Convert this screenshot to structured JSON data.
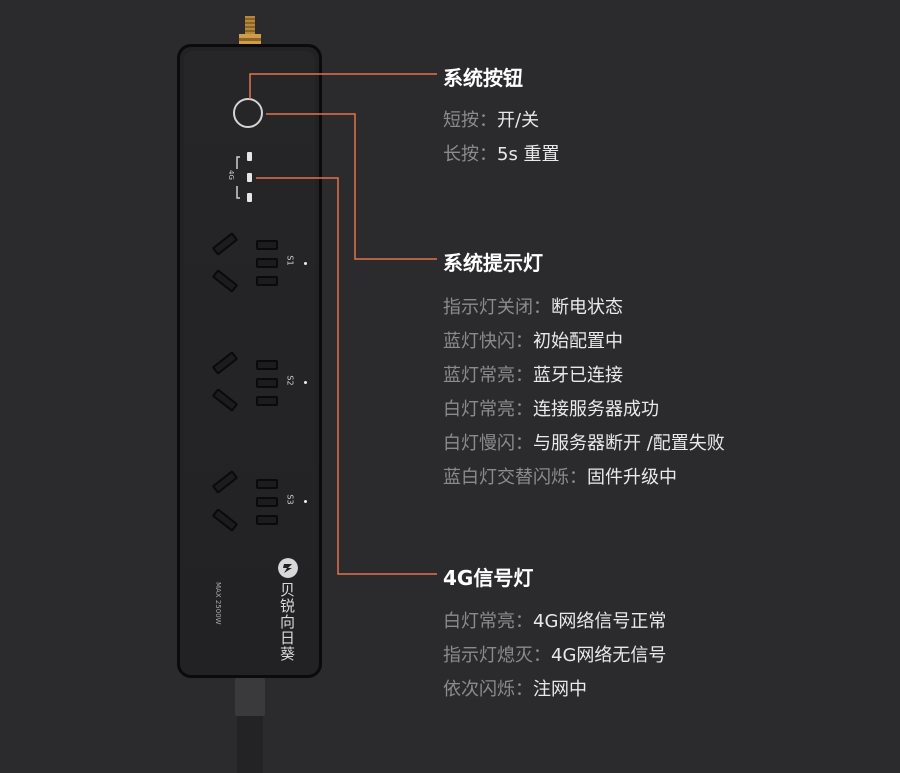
{
  "colors": {
    "background": "#2b2b2d",
    "leader_line": "#e3734b",
    "title": "#ffffff",
    "label": "#8b8b8d",
    "value": "#e9e9e9"
  },
  "device": {
    "indicator_4g": "4G",
    "sockets": [
      "S1",
      "S2",
      "S3"
    ],
    "brand_logo": "bolt-logo",
    "brand": "贝锐向日葵",
    "rating": "MAX 2500W"
  },
  "sections": [
    {
      "title": "系统按钮",
      "lines": [
        {
          "label": "短按：",
          "value": "开/关"
        },
        {
          "label": "长按：",
          "value": "5s 重置"
        }
      ]
    },
    {
      "title": "系统提示灯",
      "lines": [
        {
          "label": "指示灯关闭：",
          "value": "断电状态"
        },
        {
          "label": "蓝灯快闪：",
          "value": "初始配置中"
        },
        {
          "label": "蓝灯常亮：",
          "value": "蓝牙已连接"
        },
        {
          "label": "白灯常亮：",
          "value": "连接服务器成功"
        },
        {
          "label": "白灯慢闪：",
          "value": "与服务器断开 /配置失败"
        },
        {
          "label": "蓝白灯交替闪烁：",
          "value": "固件升级中"
        }
      ]
    },
    {
      "title": "4G信号灯",
      "lines": [
        {
          "label": "白灯常亮：",
          "value": "4G网络信号正常"
        },
        {
          "label": "指示灯熄灭：",
          "value": "4G网络无信号"
        },
        {
          "label": "依次闪烁：",
          "value": "注网中"
        }
      ]
    }
  ]
}
